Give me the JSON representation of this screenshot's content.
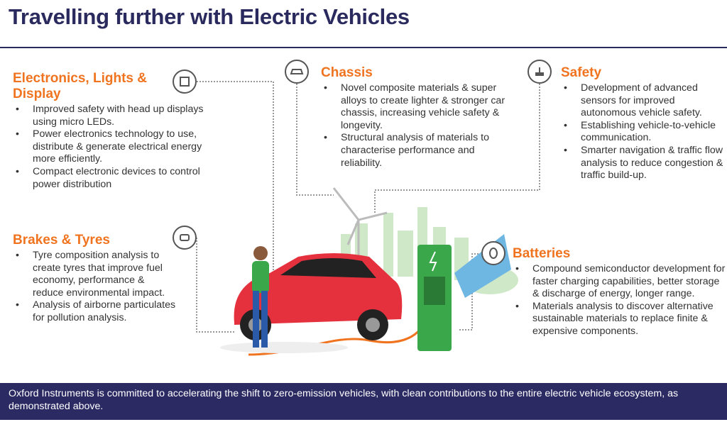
{
  "title": "Travelling further with Electric Vehicles",
  "sections": {
    "electronics": {
      "heading": "Electronics, Lights & Display",
      "icon": "chip-icon",
      "bullets": [
        "Improved safety with head up displays using micro LEDs.",
        "Power electronics technology to use, distribute & generate electrical energy more efficiently.",
        "Compact electronic devices to control power distribution"
      ]
    },
    "brakes": {
      "heading": "Brakes & Tyres",
      "icon": "tyres-icon",
      "bullets": [
        "Tyre composition analysis to create tyres that improve fuel economy, performance & reduce environmental impact.",
        "Analysis of airborne particulates for pollution analysis."
      ]
    },
    "chassis": {
      "heading": "Chassis",
      "icon": "car-icon",
      "bullets": [
        "Novel composite materials & super alloys to create lighter & stronger car chassis, increasing vehicle safety & longevity.",
        "Structural analysis of materials to characterise performance and reliability."
      ]
    },
    "safety": {
      "heading": "Safety",
      "icon": "sensor-icon",
      "bullets": [
        "Development of advanced sensors for improved autonomous vehicle safety.",
        "Establishing vehicle-to-vehicle communication.",
        "Smarter navigation & traffic flow analysis to reduce congestion & traffic build-up."
      ]
    },
    "batteries": {
      "heading": "Batteries",
      "icon": "battery-leaf-icon",
      "bullets": [
        "Compound semiconductor development for faster charging capabilities, better storage & discharge of energy, longer range.",
        "Materials analysis to discover alternative sustainable materials to replace finite & expensive components."
      ]
    }
  },
  "footer": "Oxford Instruments is committed to accelerating the shift to zero-emission vehicles, with clean contributions to the entire electric vehicle ecosystem, as demonstrated above.",
  "colors": {
    "navy": "#2b2a63",
    "orange": "#f07420",
    "car": "#e5313d",
    "charger": "#3aa84a"
  }
}
